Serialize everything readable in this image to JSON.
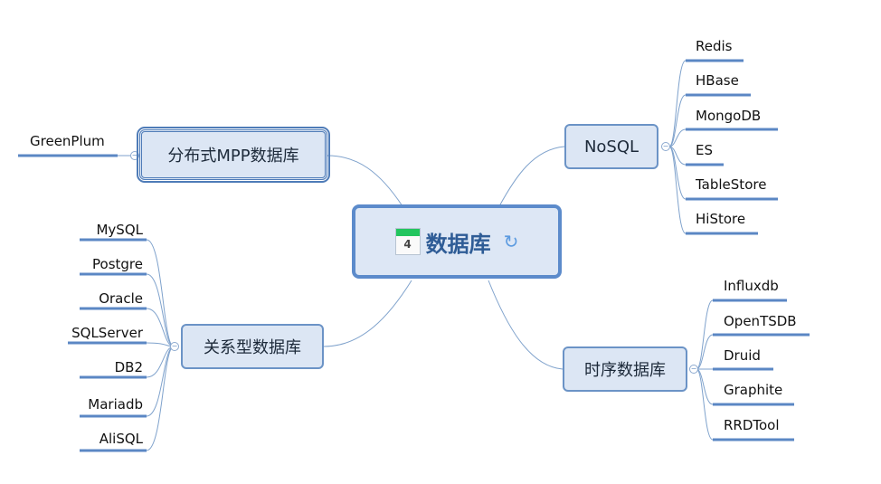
{
  "central": {
    "label": "数据库",
    "calendar_day": "4",
    "refresh_icon": "refresh-icon"
  },
  "branches": {
    "mpp": {
      "label": "分布式MPP数据库",
      "children": [
        "GreenPlum"
      ]
    },
    "rel": {
      "label": "关系型数据库",
      "children": [
        "MySQL",
        "Postgre",
        "Oracle",
        "SQLServer",
        "DB2",
        "Mariadb",
        "AliSQL"
      ]
    },
    "nosql": {
      "label": "NoSQL",
      "children": [
        "Redis",
        "HBase",
        "MongoDB",
        "ES",
        "TableStore",
        "HiStore"
      ]
    },
    "ts": {
      "label": "时序数据库",
      "children": [
        "Influxdb",
        "OpenTSDB",
        "Druid",
        "Graphite",
        "RRDTool"
      ]
    }
  },
  "colors": {
    "connector": "#7fa2cc",
    "underline": "#5b87c4",
    "node_fill": "#dce6f4",
    "node_border": "#6b93c6"
  }
}
